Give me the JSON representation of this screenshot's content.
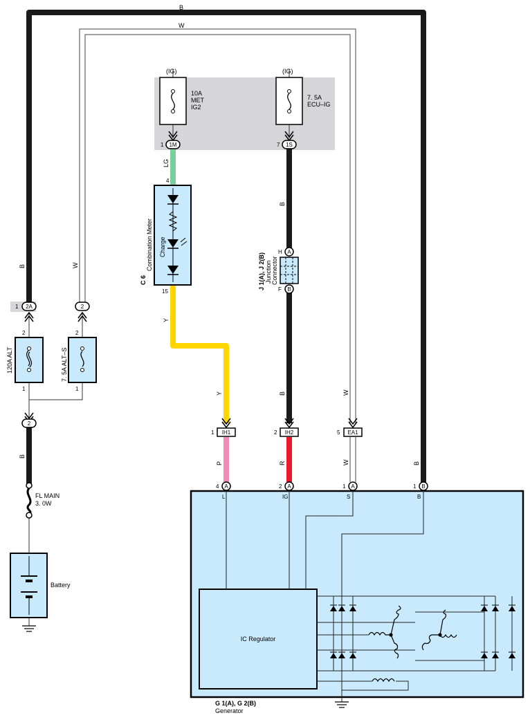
{
  "wires": {
    "top_b": "B",
    "top_w": "W",
    "left_b": "B",
    "left_w": "W",
    "lg": "LG",
    "y1": "Y",
    "y2": "Y",
    "b_upper": "B",
    "b_lower": "B",
    "w_right": "W",
    "p": "P",
    "r": "R",
    "w_low": "W",
    "b_gen": "B",
    "b_fl": "B"
  },
  "fuse_box": {
    "ig_left": "(IG)",
    "ig_right": "(IG)",
    "met_line1": "10A",
    "met_line2": "MET",
    "met_line3": "IG2",
    "ecu_line1": "7. 5A",
    "ecu_line2": "ECU–IG",
    "pin_1m_num": "1",
    "pin_1m": "1M",
    "pin_1s_num": "7",
    "pin_1s": "1S"
  },
  "meter": {
    "pin_top": "4",
    "pin_bottom": "15",
    "charge": "Charge",
    "name_code": "C 6",
    "name": "Combination Meter"
  },
  "junction": {
    "code": "J 1(A), J 2(B)",
    "name_l1": "Junction",
    "name_l2": "Connector",
    "h": "H",
    "a": "A",
    "f": "F",
    "b": "B"
  },
  "left_fuses": {
    "pin_2a_num": "1",
    "pin_2a": "2A",
    "pin_2": "2",
    "alt_top": "2",
    "alt_bottom": "1",
    "alt_label": "120A ALT",
    "alts_top": "2",
    "alts_bottom": "1",
    "alts_label": "7. 5A ALT–S",
    "pin_low": "2"
  },
  "fl_main": {
    "l1": "FL MAIN",
    "l2": "3. 0W"
  },
  "battery": {
    "label": "Battery"
  },
  "connectors": {
    "ih1_num": "1",
    "ih1": "IH1",
    "ih2_num": "2",
    "ih2": "IH2",
    "ea1_num": "5",
    "ea1": "EA1"
  },
  "generator": {
    "p4": "4",
    "p2": "2",
    "p1a": "1",
    "p1b": "1",
    "pa1": "A",
    "pa2": "A",
    "pa3": "A",
    "pb": "B",
    "t_l": "L",
    "t_ig": "IG",
    "t_s": "S",
    "t_b": "B",
    "regulator": "IC Regulator",
    "code": "G 1(A), G 2(B)",
    "name": "Generator"
  },
  "colors": {
    "lg": "#7ccf9b",
    "y": "#ffd600",
    "p": "#f08cb8",
    "r": "#e8192b",
    "b": "#1a1a1a",
    "box_fill": "#c8eafc",
    "fuse_area": "#d6d6d8"
  }
}
